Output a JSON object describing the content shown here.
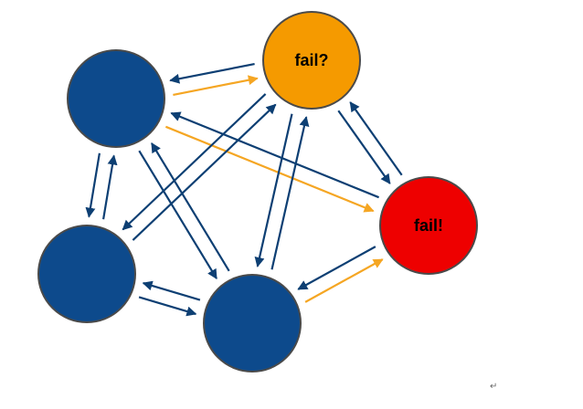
{
  "colors": {
    "healthy_node": "#0d4a8c",
    "suspect_node": "#f59a00",
    "failed_node": "#ee0000",
    "node_border": "#4a4a4a",
    "normal_link": "#0d3f73",
    "alert_link": "#f5a623"
  },
  "nodes": [
    {
      "id": "node-top-left",
      "label": "",
      "state": "healthy"
    },
    {
      "id": "node-suspect",
      "label": "fail?",
      "state": "suspect"
    },
    {
      "id": "node-failed",
      "label": "fail!",
      "state": "failed"
    },
    {
      "id": "node-bottom-left",
      "label": "",
      "state": "healthy"
    },
    {
      "id": "node-bottom-center",
      "label": "",
      "state": "healthy"
    }
  ],
  "edges": [
    {
      "from": "node-suspect",
      "to": "node-top-left",
      "kind": "normal"
    },
    {
      "from": "node-top-left",
      "to": "node-suspect",
      "kind": "alert"
    },
    {
      "from": "node-top-left",
      "to": "node-failed",
      "kind": "alert"
    },
    {
      "from": "node-failed",
      "to": "node-top-left",
      "kind": "normal"
    },
    {
      "from": "node-suspect",
      "to": "node-failed",
      "kind": "normal"
    },
    {
      "from": "node-failed",
      "to": "node-suspect",
      "kind": "normal"
    },
    {
      "from": "node-top-left",
      "to": "node-bottom-left",
      "kind": "normal"
    },
    {
      "from": "node-bottom-left",
      "to": "node-top-left",
      "kind": "normal"
    },
    {
      "from": "node-bottom-left",
      "to": "node-suspect",
      "kind": "normal"
    },
    {
      "from": "node-suspect",
      "to": "node-bottom-left",
      "kind": "normal"
    },
    {
      "from": "node-top-left",
      "to": "node-bottom-center",
      "kind": "normal"
    },
    {
      "from": "node-bottom-center",
      "to": "node-top-left",
      "kind": "normal"
    },
    {
      "from": "node-bottom-center",
      "to": "node-suspect",
      "kind": "normal"
    },
    {
      "from": "node-suspect",
      "to": "node-bottom-center",
      "kind": "normal"
    },
    {
      "from": "node-bottom-left",
      "to": "node-bottom-center",
      "kind": "normal"
    },
    {
      "from": "node-bottom-center",
      "to": "node-bottom-left",
      "kind": "normal"
    },
    {
      "from": "node-bottom-center",
      "to": "node-failed",
      "kind": "alert"
    },
    {
      "from": "node-failed",
      "to": "node-bottom-center",
      "kind": "normal"
    }
  ],
  "footer_mark": "↵"
}
